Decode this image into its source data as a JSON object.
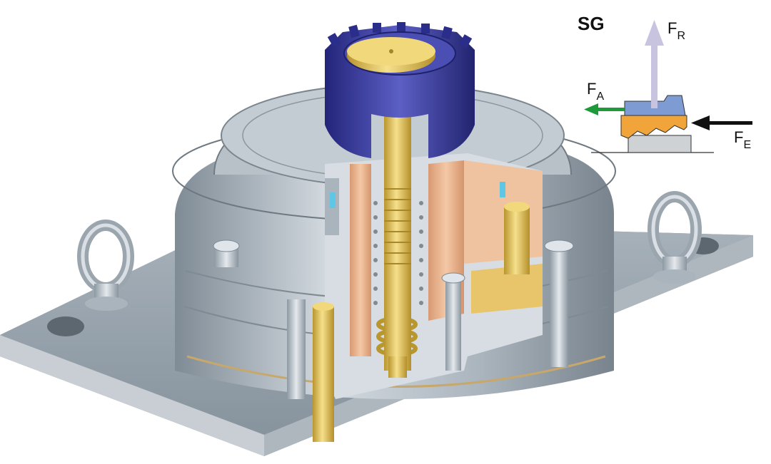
{
  "inset": {
    "title": "SG",
    "forces": [
      {
        "main": "F",
        "sub": "R",
        "role": "radial",
        "color": "#c8c4e0"
      },
      {
        "main": "F",
        "sub": "A",
        "role": "axial",
        "color": "#1f9a3a"
      },
      {
        "main": "F",
        "sub": "E",
        "role": "input",
        "color": "#111111"
      }
    ]
  },
  "colors": {
    "housing": "#9aa6b0",
    "housing_light": "#c9d1d8",
    "base_plate": "#8e9aa4",
    "gear": "#3d3f98",
    "brass": "#e2c15a",
    "copper": "#e8b189",
    "wedge_blue": "#7e9bd4",
    "wedge_orange": "#f0a43a",
    "wedge_grey": "#cfd2d4"
  },
  "icons": [
    "eye-bolt-icon",
    "gear-icon",
    "spring-icon",
    "bolt-icon"
  ]
}
